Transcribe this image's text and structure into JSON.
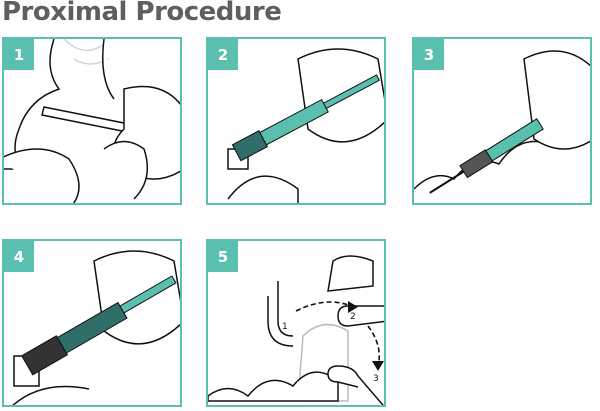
{
  "title": "Proximal Procedure",
  "accent_color": "#5bbfb0",
  "steps": [
    {
      "number": "1"
    },
    {
      "number": "2"
    },
    {
      "number": "3"
    },
    {
      "number": "4"
    },
    {
      "number": "5",
      "positions": [
        "1",
        "2",
        "3"
      ]
    }
  ]
}
